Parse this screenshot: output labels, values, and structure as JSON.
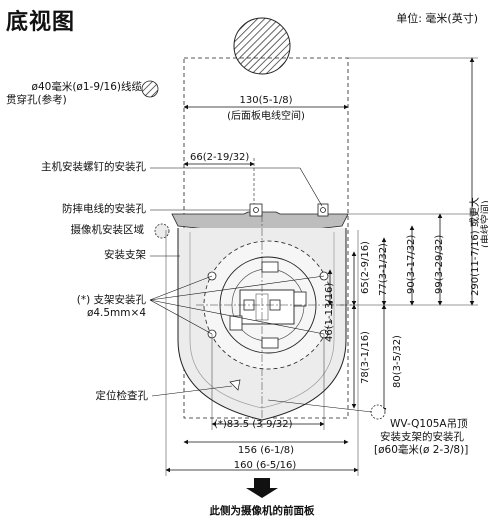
{
  "title": "底视图",
  "unit": "单位: 毫米(英寸)",
  "labels": {
    "cable_hole_1": "ø40毫米(ø1-9/16)线缆",
    "cable_hole_2": "贯穿孔(参考)",
    "main_screw_hole": "主机安装螺钉的安装孔",
    "fall_wire_hole": "防摔电线的安装孔",
    "camera_area": "摄像机安装区域",
    "bracket": "安装支架",
    "support_hole_1": "(*) 支架安装孔",
    "support_hole_2": "ø4.5mm×4",
    "check_hole": "定位检查孔",
    "wv_1": "WV-Q105A吊顶",
    "wv_2": "安装支架的安装孔",
    "wv_3": "[ø60毫米(ø 2-3/8)]",
    "front_panel": "此侧为摄像机的前面板"
  },
  "dims": {
    "d130": "130(5-1/8)",
    "d130_note": "(后面板电线空间)",
    "d66": "66(2-19/32)",
    "d46": "46(1-13/16)",
    "d65": "65(2-9/16)",
    "d77": "77(3-1/32)",
    "d90": "90(3-17/32)",
    "d99": "99(3-29/32)",
    "d290": "290(11-7/16) 或更大",
    "d290_note": "(电线空间)",
    "d78": "78(3-1/16)",
    "d80": "80(3-5/32)",
    "d83": "(*)83.5 (3-9/32)",
    "d156": "156 (6-1/8)",
    "d160": "160 (6-5/16)"
  }
}
